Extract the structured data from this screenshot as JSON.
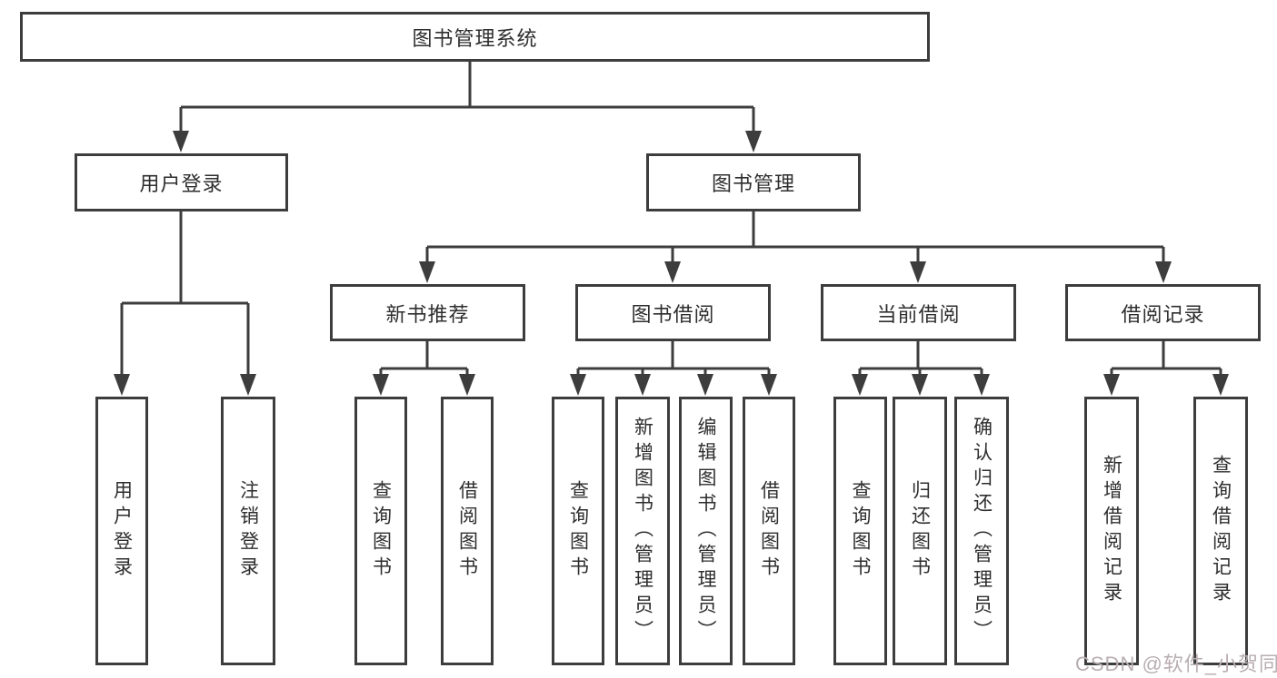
{
  "diagram": {
    "watermark": "CSDN @软件_小贺同学",
    "colors": {
      "line": "#3d3d3d",
      "text": "#2e2e2e",
      "background": "#ffffff",
      "watermark": "#b9aeb2"
    }
  },
  "tree": {
    "root": {
      "label": "图书管理系统",
      "children": [
        {
          "label": "用户登录",
          "children": [
            {
              "label": "用户登录"
            },
            {
              "label": "注销登录"
            }
          ]
        },
        {
          "label": "图书管理",
          "children": [
            {
              "label": "新书推荐",
              "children": [
                {
                  "label": "查询图书"
                },
                {
                  "label": "借阅图书"
                }
              ]
            },
            {
              "label": "图书借阅",
              "children": [
                {
                  "label": "查询图书"
                },
                {
                  "label": "新增图书（管理员）"
                },
                {
                  "label": "编辑图书（管理员）"
                },
                {
                  "label": "借阅图书"
                }
              ]
            },
            {
              "label": "当前借阅",
              "children": [
                {
                  "label": "查询图书"
                },
                {
                  "label": "归还图书"
                },
                {
                  "label": "确认归还（管理员）"
                }
              ]
            },
            {
              "label": "借阅记录",
              "children": [
                {
                  "label": "新增借阅记录"
                },
                {
                  "label": "查询借阅记录"
                }
              ]
            }
          ]
        }
      ]
    }
  }
}
